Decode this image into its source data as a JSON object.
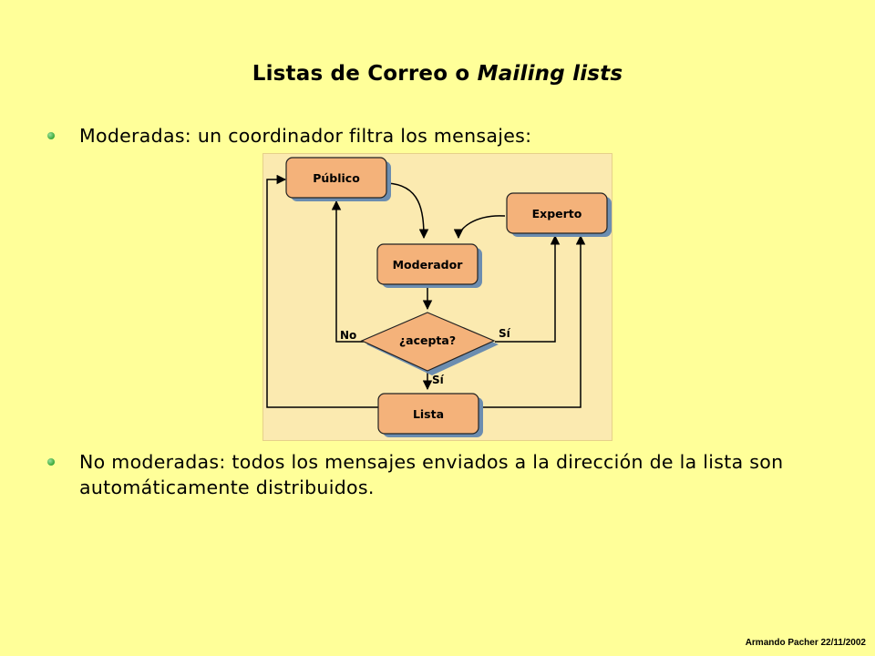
{
  "slide": {
    "title_main": "Listas de Correo o ",
    "title_italic": "Mailing lists",
    "bullets": [
      "Moderadas: un coordinador filtra los mensajes:",
      "No moderadas: todos los mensajes enviados a la dirección de la lista son automáticamente distribuidos."
    ],
    "footer": "Armando Pacher 22/11/2002"
  },
  "diagram": {
    "nodes": {
      "publico": "Público",
      "experto": "Experto",
      "moderador": "Moderador",
      "acepta": "¿acepta?",
      "lista": "Lista"
    },
    "labels": {
      "no": "No",
      "si_right": "Sí",
      "si_down": "Sí"
    },
    "colors": {
      "box_fill": "#F4B27A",
      "box_shadow": "#6C8DB0",
      "background": "#FBEAB0"
    }
  }
}
